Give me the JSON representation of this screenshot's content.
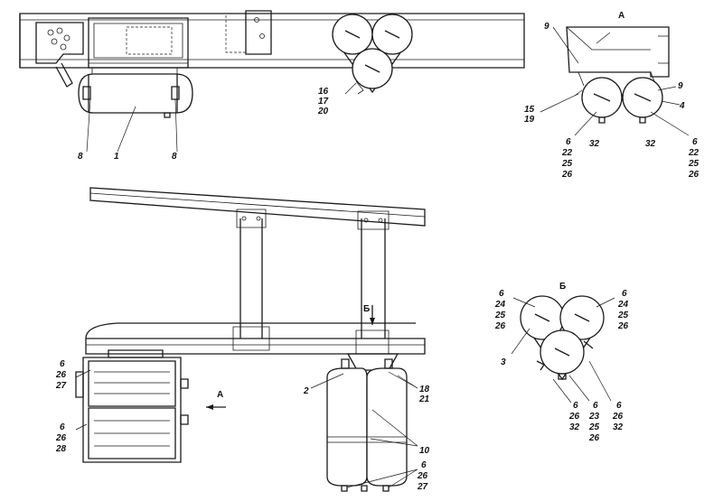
{
  "view_labels": {
    "view_a": "A",
    "view_b": "Б",
    "arrow_a": "A",
    "arrow_b": "Б"
  },
  "callouts": {
    "top_left_8": "8",
    "top_mid_1": "1",
    "top_right_8": "8",
    "tri_16": "16",
    "tri_17": "17",
    "tri_20": "20",
    "va_9_top": "9",
    "va_9_right": "9",
    "va_4": "4",
    "va_15": "15",
    "va_19": "19",
    "va_32_left": "32",
    "va_32_right": "32",
    "va_left_stack": [
      "6",
      "22",
      "25",
      "26"
    ],
    "va_right_stack": [
      "6",
      "22",
      "25",
      "26"
    ],
    "vb_tl_stack": [
      "6",
      "24",
      "25",
      "26"
    ],
    "vb_tr_stack": [
      "6",
      "24",
      "25",
      "26"
    ],
    "vb_3": "3",
    "vb_bl_stack": [
      "6",
      "26",
      "32"
    ],
    "vb_bm_stack": [
      "6",
      "23",
      "25",
      "26"
    ],
    "vb_br_stack": [
      "6",
      "26",
      "32"
    ],
    "bl_upper_stack": [
      "6",
      "26",
      "27"
    ],
    "bl_lower_stack": [
      "6",
      "26",
      "28"
    ],
    "br_2": "2",
    "br_18": "18",
    "br_21": "21",
    "br_10": "10",
    "br_bottom_stack": [
      "6",
      "26",
      "27"
    ]
  }
}
